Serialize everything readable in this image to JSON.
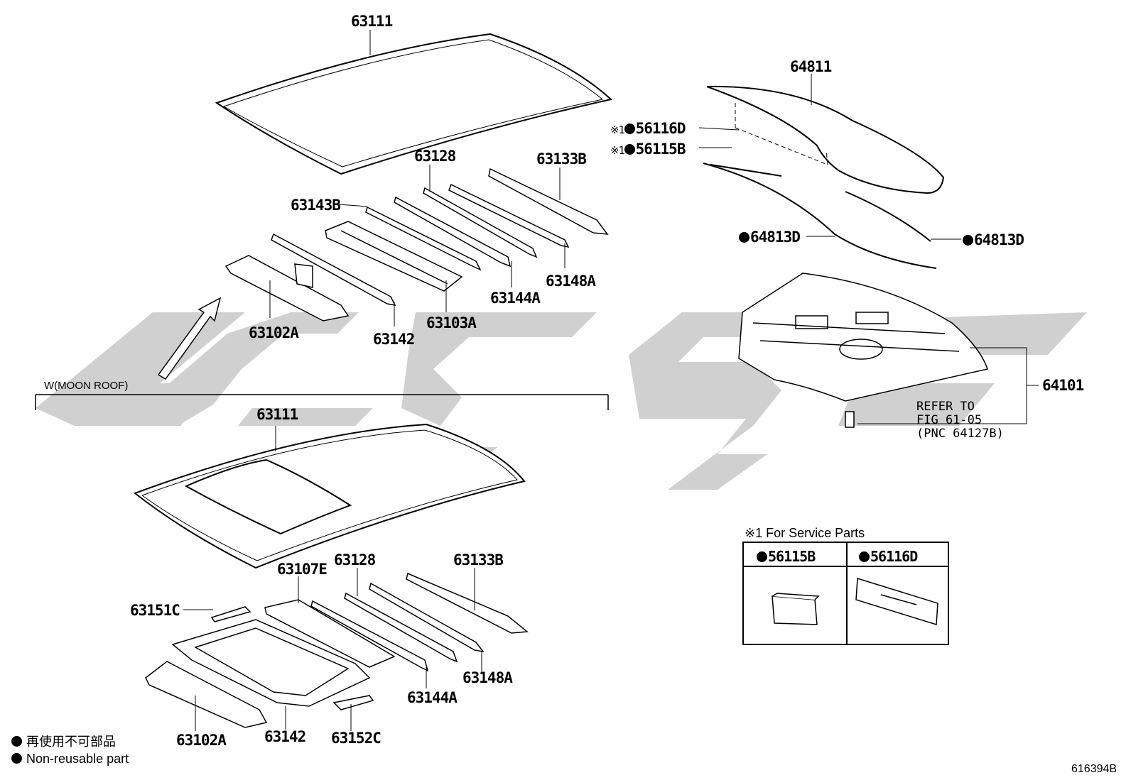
{
  "upper": {
    "roof": "63111",
    "reinf1": "63128",
    "reinf2": "63133B",
    "reinf3": "63143B",
    "reinf4": "63148A",
    "reinf5": "63144A",
    "reinf6": "63103A",
    "reinf7": "63142",
    "reinf8": "63102A"
  },
  "section_label": "W(MOON ROOF)",
  "lower": {
    "roof": "63111",
    "p1": "63107E",
    "p2": "63128",
    "p3": "63133B",
    "p4": "63151C",
    "p5": "63148A",
    "p6": "63144A",
    "p7": "63102A",
    "p8": "63142",
    "p9": "63152C"
  },
  "right": {
    "glass": "64811",
    "c1_prefix": "※1",
    "c1": "56116D",
    "c2_prefix": "※1",
    "c2": "56115B",
    "seal_left": "64813D",
    "seal_right": "64813D",
    "panel": "64101",
    "refer_line1": "REFER TO",
    "refer_line2": "FIG 61-05",
    "refer_line3": "(PNC 64127B)"
  },
  "service_table": {
    "title": "※1 For Service Parts",
    "col1": "56115B",
    "col2": "56116D"
  },
  "legend": {
    "jp": "再使用不可部品",
    "en": "Non-reusable part"
  },
  "figure_id": "616394B"
}
